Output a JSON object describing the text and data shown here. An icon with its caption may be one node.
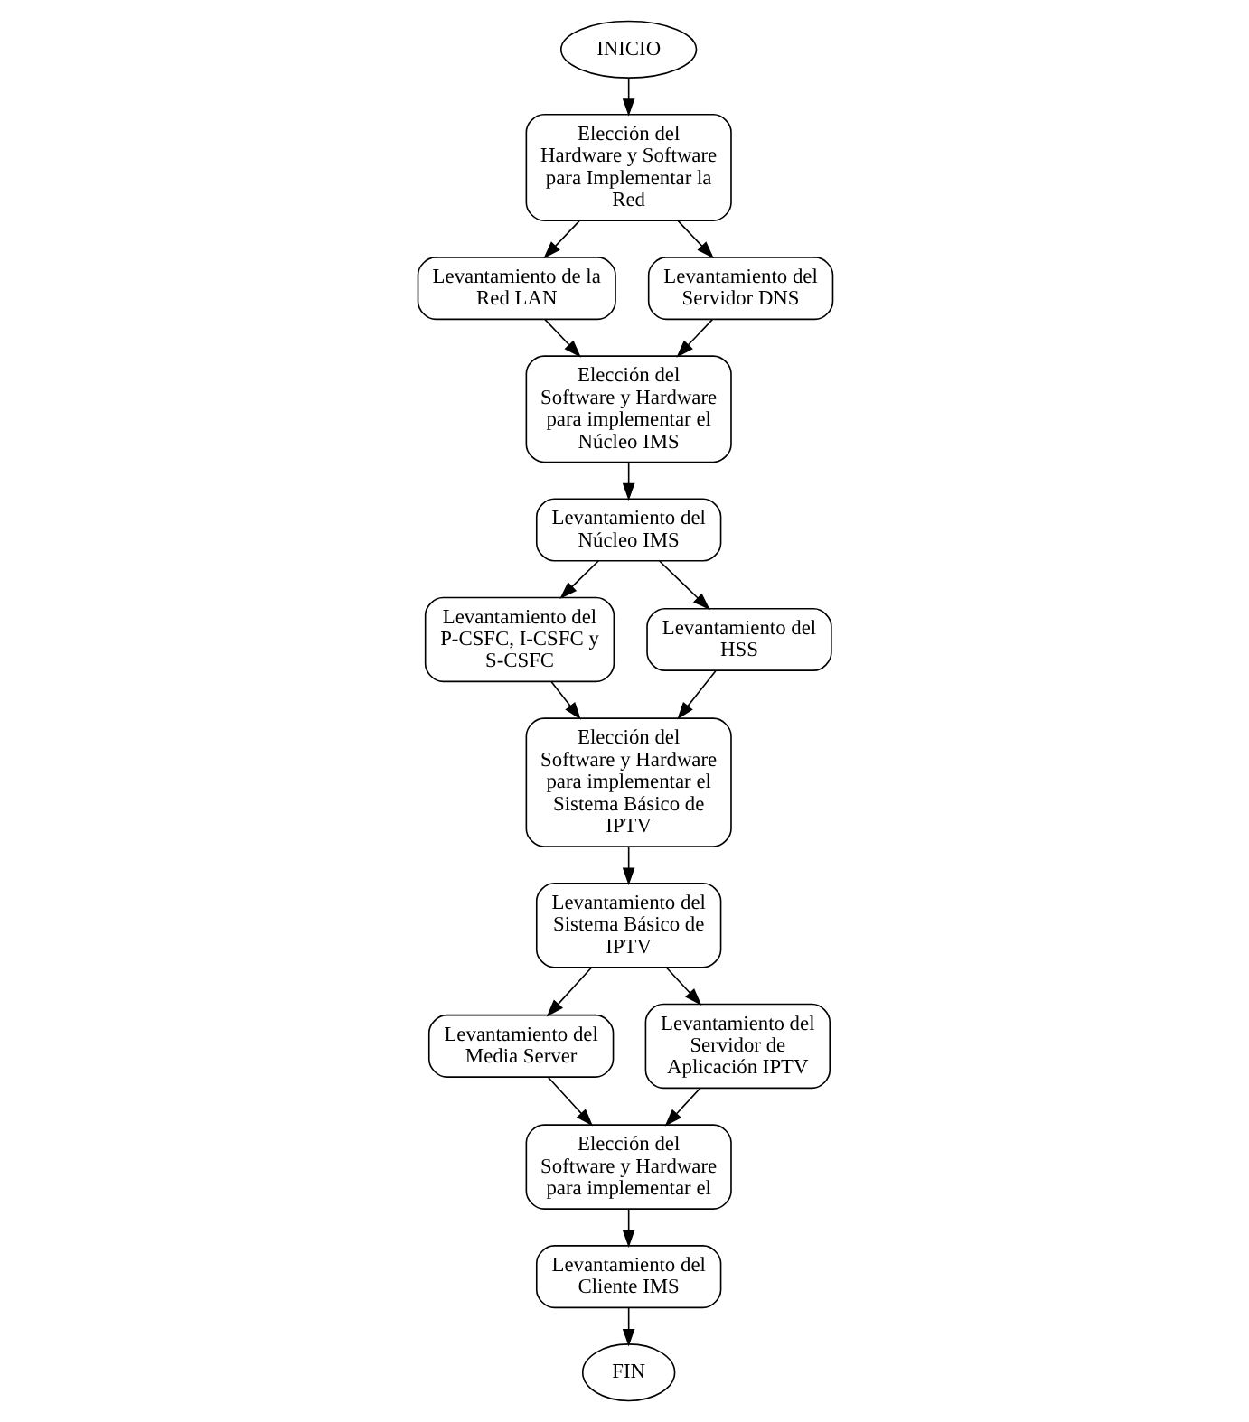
{
  "diagram": {
    "nodes": [
      {
        "text": [
          "INICIO"
        ]
      },
      {
        "text": [
          "Elección del Hardware y Software para Implementar la Red"
        ]
      },
      {
        "text": [
          "Levantamiento de la Red LAN"
        ]
      },
      {
        "text": [
          "Levantamiento del Servidor DNS"
        ]
      },
      {
        "text": [
          "Elección del Software y Hardware para implementar el Núcleo IMS"
        ]
      },
      {
        "text": [
          "Levantamiento del Núcleo IMS"
        ]
      },
      {
        "text": [
          "Levantamiento del P-CSFC, I-CSFC y S-CSFC"
        ]
      },
      {
        "text": [
          "Levantamiento del HSS"
        ]
      },
      {
        "text": [
          "Elección del Software y Hardware para implementar el Sistema Básico de IPTV"
        ]
      },
      {
        "text": [
          "Levantamiento del Sistema Básico de IPTV"
        ]
      },
      {
        "text": [
          "Levantamiento del Media Server"
        ]
      },
      {
        "text": [
          "Levantamiento del Servidor de Aplicación IPTV"
        ]
      },
      {
        "text": [
          "Elección del Software y Hardware para implementar el"
        ]
      },
      {
        "text": [
          "Levantamiento del Cliente IMS"
        ]
      },
      {
        "text": [
          "FIN"
        ]
      }
    ],
    "edges": [
      {
        "from": 0,
        "to": 1,
        "arrow": "to"
      },
      {
        "from": 1,
        "to": 2,
        "arrow": "to"
      },
      {
        "from": 1,
        "to": 3,
        "arrow": "to"
      },
      {
        "from": 2,
        "to": 4,
        "arrow": "to"
      },
      {
        "from": 3,
        "to": 4,
        "arrow": "to"
      },
      {
        "from": 4,
        "to": 5,
        "arrow": "to"
      },
      {
        "from": 5,
        "to": 6,
        "arrow": "to"
      },
      {
        "from": 5,
        "to": 7,
        "arrow": "to"
      },
      {
        "from": 6,
        "to": 8,
        "arrow": "to"
      },
      {
        "from": 7,
        "to": 8,
        "arrow": "to"
      },
      {
        "from": 8,
        "to": 9,
        "arrow": "to"
      },
      {
        "from": 9,
        "to": 10,
        "arrow": "to"
      },
      {
        "from": 9,
        "to": 11,
        "arrow": "to"
      },
      {
        "from": 10,
        "to": 12,
        "arrow": "to"
      },
      {
        "from": 11,
        "to": 12,
        "arrow": "to"
      },
      {
        "from": 12,
        "to": 13,
        "arrow": "to"
      },
      {
        "from": 13,
        "to": 14,
        "arrow": "to"
      }
    ]
  }
}
